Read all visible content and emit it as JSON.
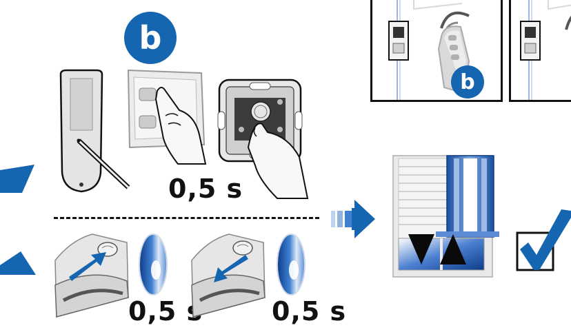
{
  "badges": {
    "main": "b",
    "small": "b"
  },
  "durations": {
    "remote_press": "0,5 s",
    "button_press_1": "0,5 s",
    "button_press_2": "0,5 s"
  },
  "icons": [
    "remote-control-icon",
    "wall-switch-icon",
    "wall-transmitter-icon",
    "contact-icon",
    "shutter-icon",
    "checkmark-icon",
    "arrow-right-icon"
  ],
  "colors": {
    "accent": "#1565b0",
    "line": "#111111",
    "hand": "#f5f5f5"
  }
}
